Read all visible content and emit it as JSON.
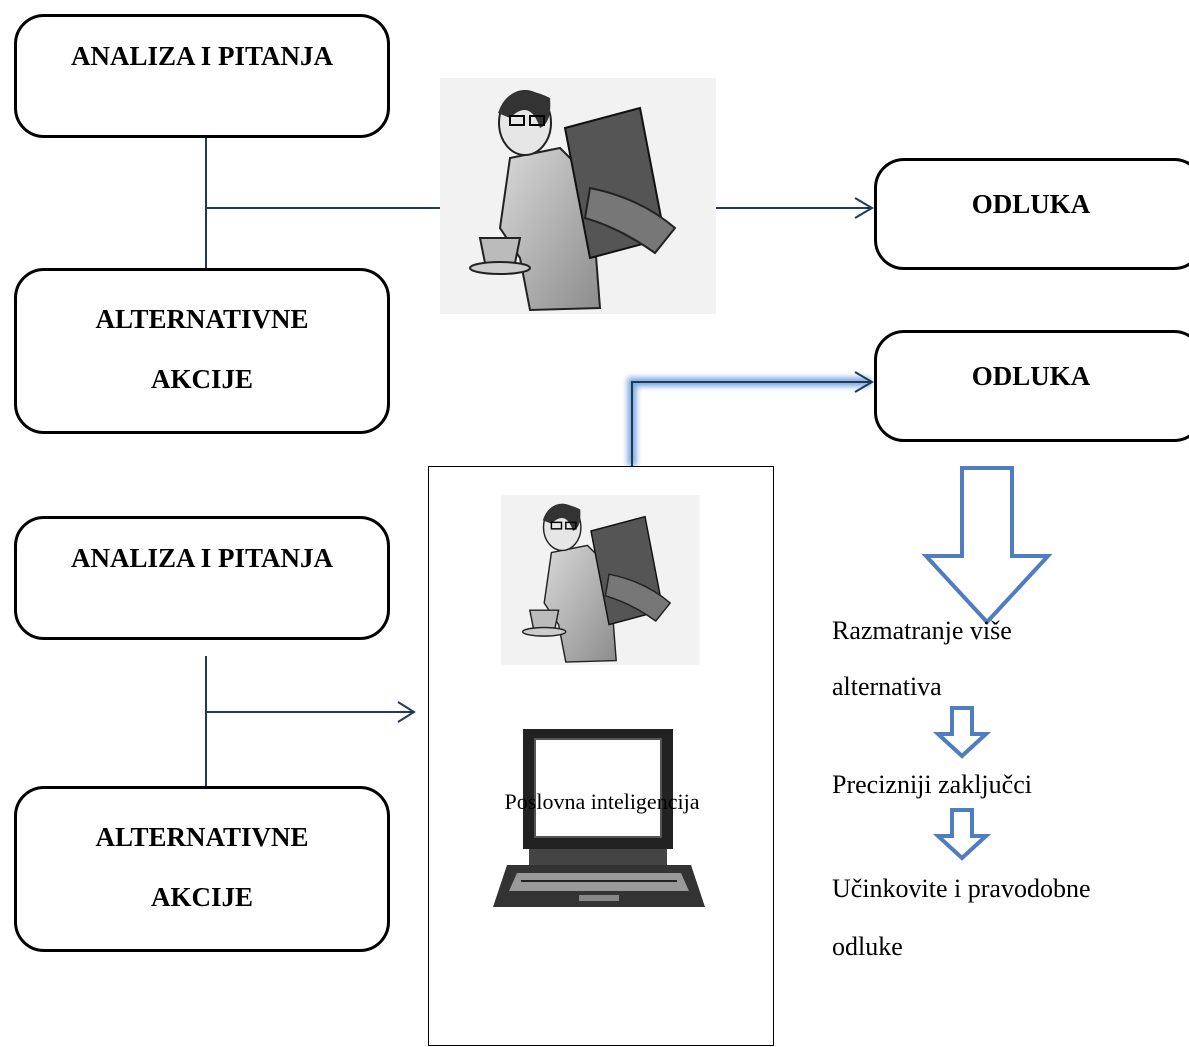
{
  "top_section": {
    "analysis_box": "ANALIZA I PITANJA",
    "alternatives_box": {
      "line1": "ALTERNATIVNE",
      "line2": "AKCIJE"
    },
    "person_icon": "person-with-folder-and-cup-icon",
    "decision_box": "ODLUKA"
  },
  "bottom_section": {
    "analysis_box": "ANALIZA I PITANJA",
    "alternatives_box": {
      "line1": "ALTERNATIVNE",
      "line2": "AKCIJE"
    },
    "bi_panel": {
      "person_icon": "person-with-folder-and-cup-icon",
      "computer_icon": "desktop-computer-icon",
      "caption": "Poslovna inteligencija"
    },
    "decision_box": "ODLUKA",
    "outcomes": {
      "first_line1": "Razmatranje više",
      "first_line2": "alternativa",
      "second": "Precizniji zaključci",
      "third_line1": "Učinkovite i pravodobne",
      "third_line2": "odluke"
    }
  },
  "colors": {
    "connector": "#1f3a5a",
    "connector_glow": "#7aa7e0",
    "hollow_arrow": "#4f7dbf"
  }
}
